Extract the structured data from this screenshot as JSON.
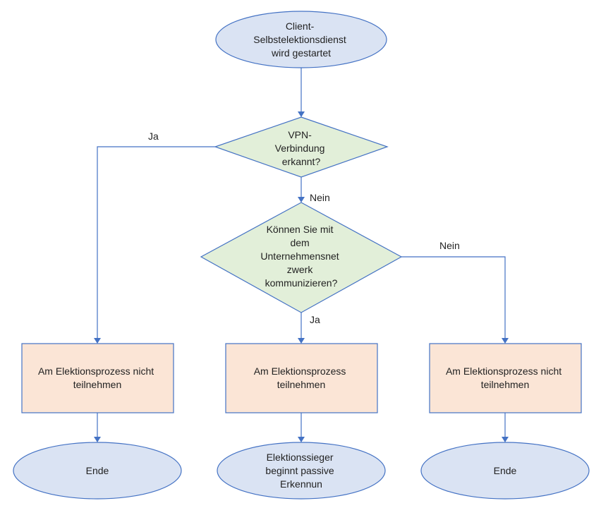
{
  "colors": {
    "ellipse_fill": "#dae3f3",
    "diamond_fill": "#e2efd9",
    "box_fill": "#fbe5d6",
    "stroke": "#4472c4"
  },
  "nodes": {
    "start": {
      "lines": [
        "Client-",
        "Selbstelektionsdienst",
        "wird gestartet"
      ]
    },
    "vpn_decision": {
      "lines": [
        "VPN-",
        "Verbindung",
        "erkannt?"
      ]
    },
    "network_decision": {
      "lines": [
        "Können Sie mit",
        "dem",
        "Unternehmensnet",
        "zwerk",
        "kommunizieren?"
      ]
    },
    "left_box": {
      "lines": [
        "Am Elektionsprozess nicht",
        "teilnehmen"
      ]
    },
    "mid_box": {
      "lines": [
        "Am Elektionsprozess",
        "teilnehmen"
      ]
    },
    "right_box": {
      "lines": [
        "Am Elektionsprozess nicht",
        "teilnehmen"
      ]
    },
    "left_end": {
      "lines": [
        "Ende"
      ]
    },
    "mid_end": {
      "lines": [
        "Elektionssieger",
        "beginnt passive",
        "Erkennun"
      ]
    },
    "right_end": {
      "lines": [
        "Ende"
      ]
    }
  },
  "edge_labels": {
    "vpn_yes": "Ja",
    "vpn_no": "Nein",
    "network_yes": "Ja",
    "network_no": "Nein"
  }
}
